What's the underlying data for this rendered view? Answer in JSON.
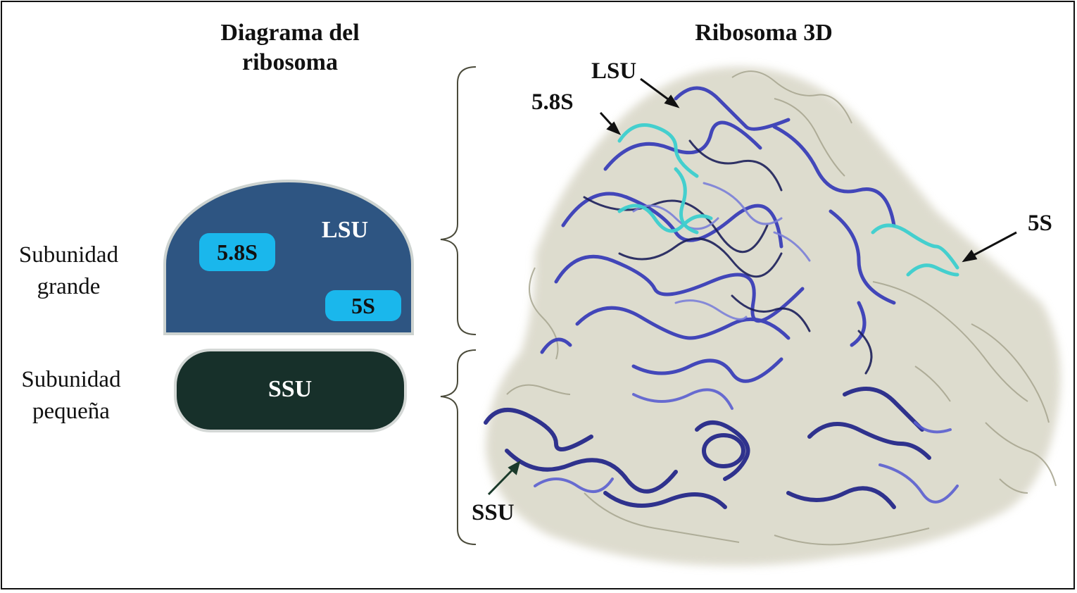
{
  "titles": {
    "diagram": "Diagrama del ribosoma",
    "model": "Ribosoma 3D"
  },
  "side_labels": {
    "large": "Subunidad grande",
    "small": "Subunidad pequeña"
  },
  "schematic": {
    "lsu": "LSU",
    "rna_58s": "5.8S",
    "rna_5s": "5S",
    "ssu": "SSU"
  },
  "callouts": {
    "lsu": "LSU",
    "rna_58s": "5.8S",
    "rna_5s": "5S",
    "ssu": "SSU"
  },
  "colors": {
    "lsu_fill": "#2e5582",
    "ssu_fill": "#17302a",
    "rna_pill": "#1ab7ec",
    "rrna_blue": "#3a3fb8",
    "rrna_cyan": "#3ccfcf",
    "protein_grey": "#b9b6a2"
  },
  "icons": [
    "brace-icon",
    "arrow-icon",
    "ribosome-3d-structure"
  ]
}
